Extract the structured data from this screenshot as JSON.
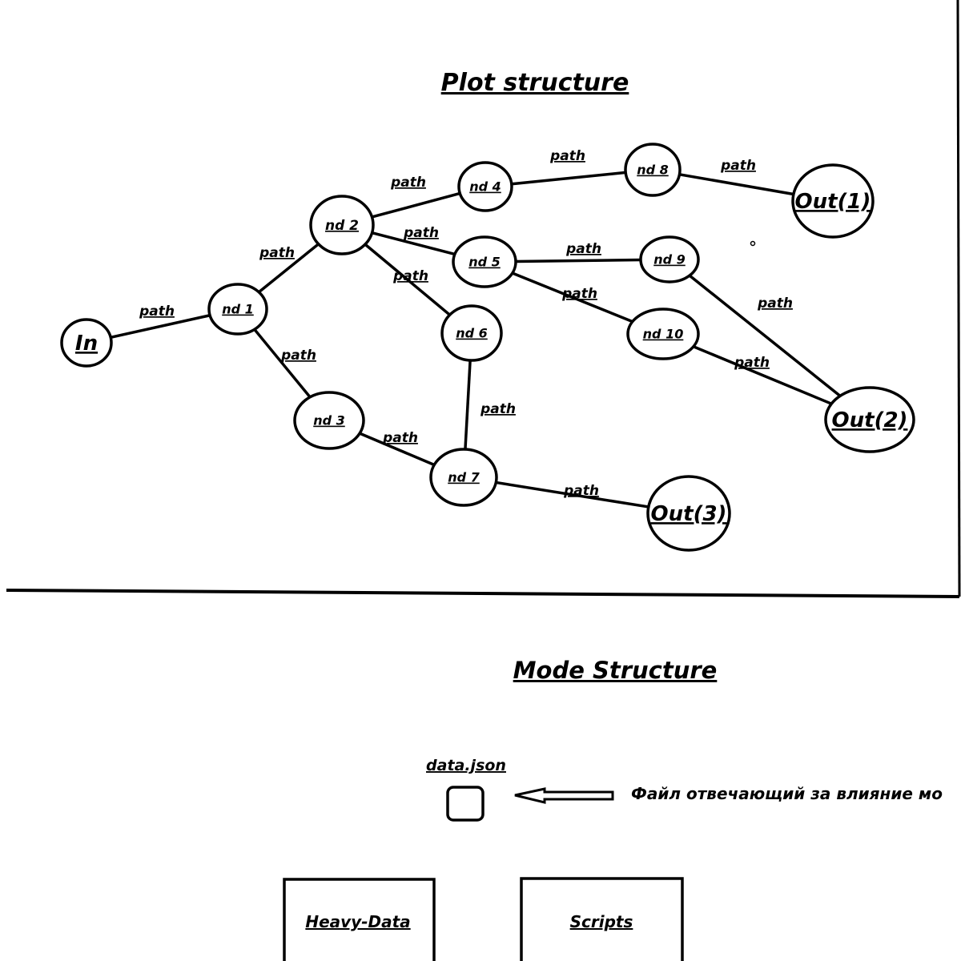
{
  "diagram": {
    "title": "Plot structure",
    "nodes": [
      {
        "id": "in",
        "label": "In"
      },
      {
        "id": "nd1",
        "label": "nd 1"
      },
      {
        "id": "nd2",
        "label": "nd 2"
      },
      {
        "id": "nd3",
        "label": "nd 3"
      },
      {
        "id": "nd4",
        "label": "nd 4"
      },
      {
        "id": "nd5",
        "label": "nd 5"
      },
      {
        "id": "nd6",
        "label": "nd 6"
      },
      {
        "id": "nd7",
        "label": "nd 7"
      },
      {
        "id": "nd8",
        "label": "nd 8"
      },
      {
        "id": "nd9",
        "label": "nd 9"
      },
      {
        "id": "nd10",
        "label": "nd 10"
      },
      {
        "id": "out1",
        "label": "Out(1)"
      },
      {
        "id": "out2",
        "label": "Out(2)"
      },
      {
        "id": "out3",
        "label": "Out(3)"
      }
    ],
    "edges": [
      {
        "from": "in",
        "to": "nd1",
        "label": "path"
      },
      {
        "from": "nd1",
        "to": "nd2",
        "label": "path"
      },
      {
        "from": "nd1",
        "to": "nd3",
        "label": "path"
      },
      {
        "from": "nd2",
        "to": "nd4",
        "label": "path"
      },
      {
        "from": "nd2",
        "to": "nd5",
        "label": "path"
      },
      {
        "from": "nd2",
        "to": "nd6",
        "label": "path"
      },
      {
        "from": "nd4",
        "to": "nd8",
        "label": "path"
      },
      {
        "from": "nd8",
        "to": "out1",
        "label": "path"
      },
      {
        "from": "nd5",
        "to": "nd9",
        "label": "path"
      },
      {
        "from": "nd5",
        "to": "nd10",
        "label": "path"
      },
      {
        "from": "nd9",
        "to": "out2",
        "label": "path"
      },
      {
        "from": "nd10",
        "to": "out2",
        "label": "path"
      },
      {
        "from": "nd3",
        "to": "nd7",
        "label": "path"
      },
      {
        "from": "nd6",
        "to": "nd7",
        "label": "path"
      },
      {
        "from": "nd7",
        "to": "out3",
        "label": "path"
      }
    ]
  },
  "mode": {
    "title": "Mode Structure",
    "file_label": "data.json",
    "file_description": "Файл отвечающий за влияние мо",
    "boxes": [
      {
        "label": "Heavy-Data"
      },
      {
        "label": "Scripts"
      }
    ]
  }
}
